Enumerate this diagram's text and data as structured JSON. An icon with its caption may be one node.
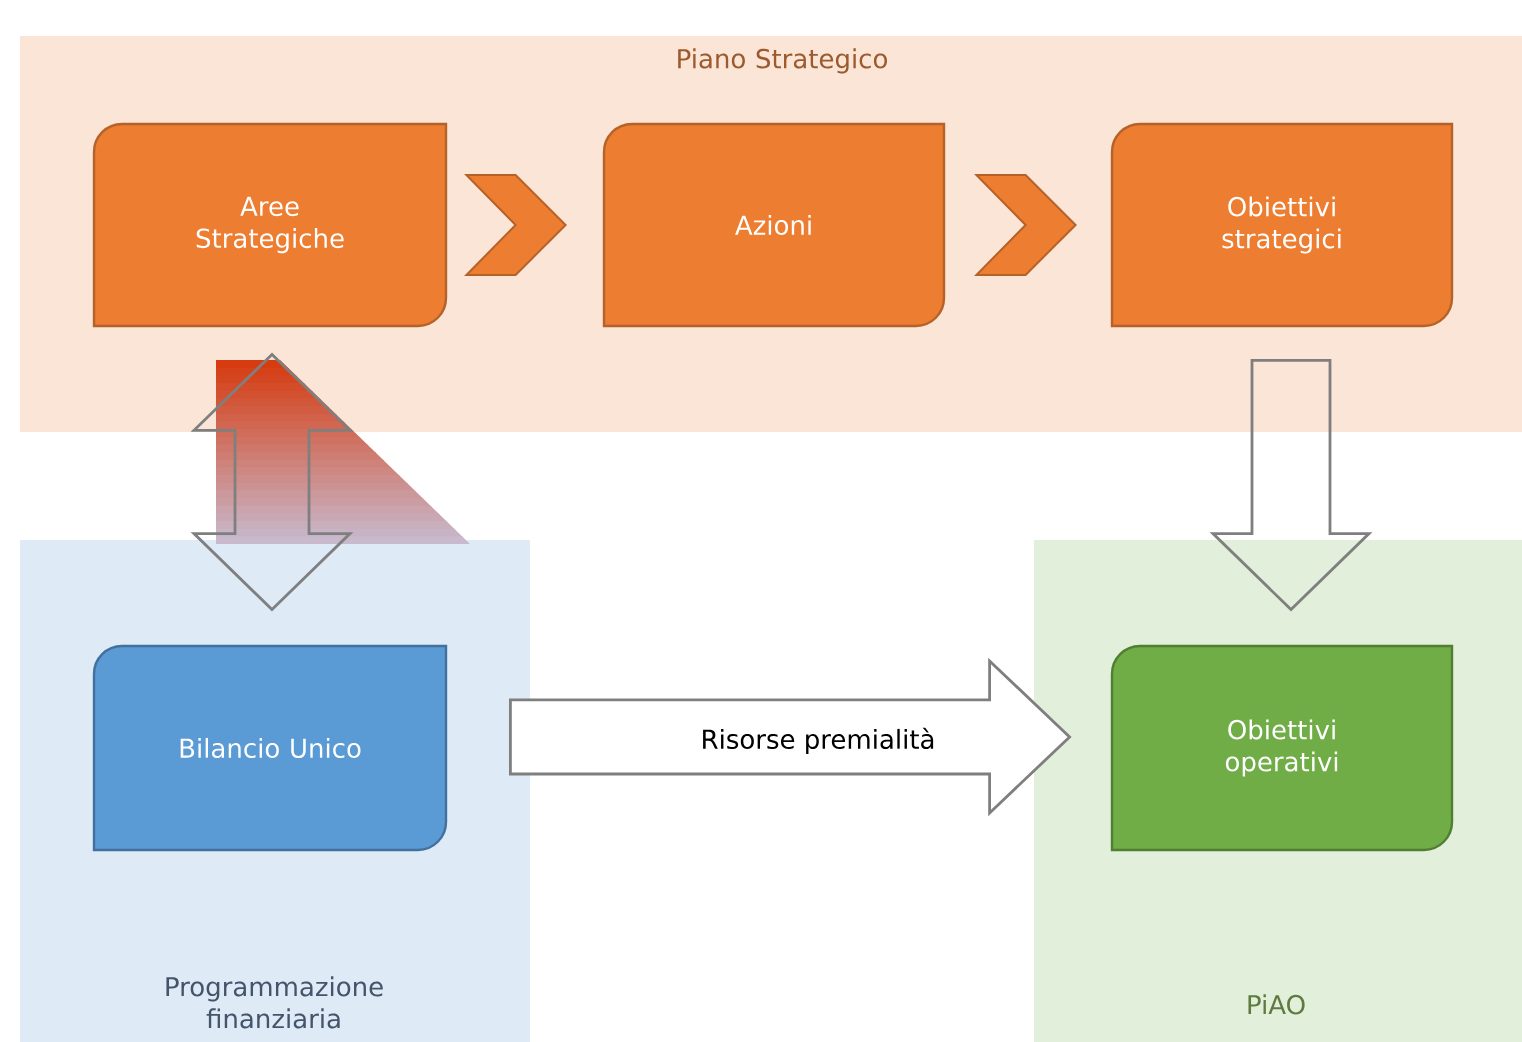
{
  "diagram": {
    "nodes": [
      {
        "text": [
          "Piano Strategico"
        ]
      },
      {
        "text": [
          "Aree Strategiche"
        ],
        "in": 0
      },
      {
        "text": [
          "Azioni"
        ],
        "in": 0
      },
      {
        "text": [
          "Obiettivi strategici"
        ],
        "in": 0
      },
      {
        "text": [
          "Programmazione finanziaria"
        ]
      },
      {
        "text": [
          "Bilancio Unico"
        ],
        "in": 4
      },
      {
        "text": [
          "PiAO"
        ]
      },
      {
        "text": [
          "Obiettivi operativi"
        ],
        "in": 6
      }
    ],
    "edges": [
      {
        "from": 1,
        "to": 2,
        "arrow": "to"
      },
      {
        "from": 2,
        "to": 3,
        "arrow": "to"
      },
      {
        "from": 5,
        "to": 1,
        "arrow": "both"
      },
      {
        "from": 3,
        "to": 7,
        "arrow": "to"
      },
      {
        "from": 5,
        "to": 7,
        "arrow": "to",
        "label": "Risorse premialità"
      }
    ]
  }
}
